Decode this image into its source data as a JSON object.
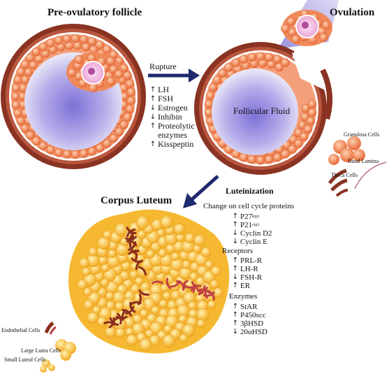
{
  "titles": {
    "pre_ovulatory": "Pre-ovulatory follicle",
    "ovulation": "Ovulation",
    "corpus_luteum": "Corpus Luteum",
    "rupture": "Rupture",
    "luteinization": "Luteinization",
    "follicular_fluid": "Follicular Fluid"
  },
  "hormones": [
    {
      "dir": "up",
      "text": "LH"
    },
    {
      "dir": "up",
      "text": "FSH"
    },
    {
      "dir": "down",
      "text": "Estrogen"
    },
    {
      "dir": "down",
      "text": "Inhibin"
    },
    {
      "dir": "up",
      "text": "Proteolytic"
    },
    {
      "dir": "",
      "text": "enzymes"
    },
    {
      "dir": "up",
      "text": "Kisspeptin"
    }
  ],
  "cell_cycle": {
    "heading": "Change on cell cycle proteins",
    "items": [
      {
        "dir": "up",
        "text": "P27",
        "sup": "kip1"
      },
      {
        "dir": "up",
        "text": "P21",
        "sup": "cip1"
      },
      {
        "dir": "down",
        "text": "Cyclin D2",
        "sup": ""
      },
      {
        "dir": "down",
        "text": "Cyclin E",
        "sup": ""
      }
    ]
  },
  "receptors": {
    "heading": "Receptors",
    "items": [
      {
        "dir": "up",
        "text": "PRL-R"
      },
      {
        "dir": "up",
        "text": "LH-R"
      },
      {
        "dir": "down",
        "text": "FSH-R"
      },
      {
        "dir": "up",
        "text": "ER"
      }
    ]
  },
  "enzymes": {
    "heading": "Enzymes",
    "items": [
      {
        "dir": "up",
        "text": "StAR"
      },
      {
        "dir": "up",
        "text": "P450scc"
      },
      {
        "dir": "up",
        "text": "3βHSD"
      },
      {
        "dir": "down",
        "text": "20αHSD"
      }
    ]
  },
  "legend": {
    "granulosa": "Granulosa Cells",
    "basal_lamina": "Basal Lamina",
    "theca": "Theca Cells",
    "endothelial": "Endothelial Cells",
    "large_lutea": "Large Lutea Cells",
    "small_luteal": "Small Luteal Cells"
  },
  "colors": {
    "antrum": "#b7aee6",
    "antrum_center": "#8f86d8",
    "granulosa": "#f08a5a",
    "theca": "#8a2e1e",
    "oocyte": "#f7c8e8",
    "luteal": "#f5b830",
    "arrow": "#1f2a6e"
  }
}
